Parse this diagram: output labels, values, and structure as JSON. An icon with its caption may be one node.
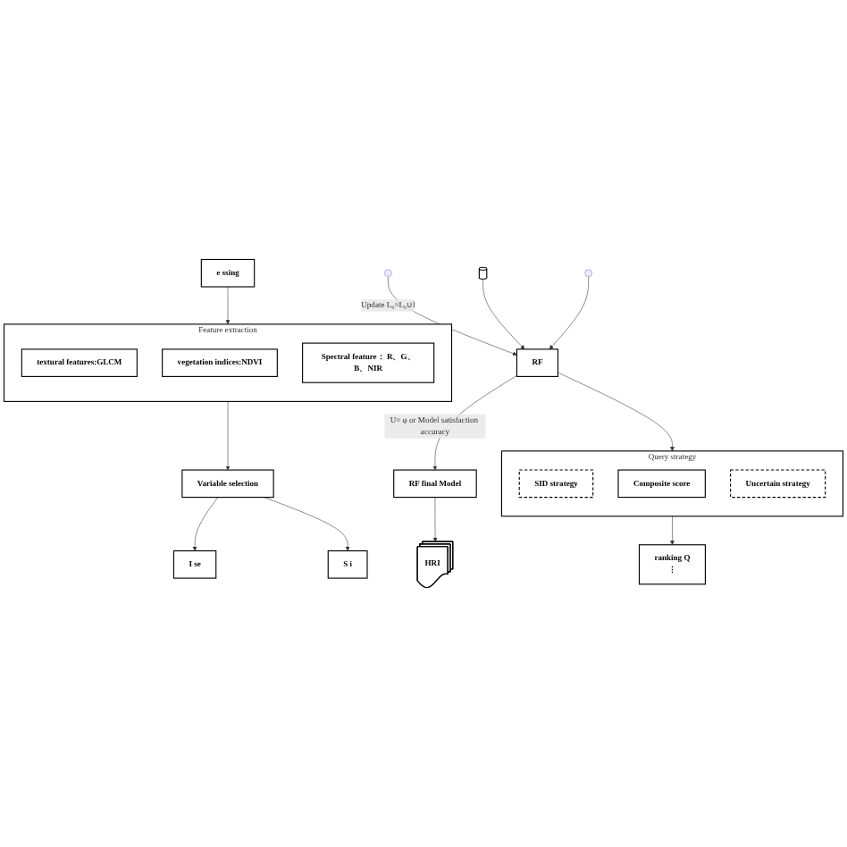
{
  "diagram": {
    "nodes": [
      {
        "text": [
          "e ssing"
        ]
      },
      {
        "text": [
          "Feature extraction"
        ]
      },
      {
        "text": [
          "textural features:GLCM"
        ],
        "in": 1
      },
      {
        "text": [
          "vegetation indices:NDVI"
        ],
        "in": 1
      },
      {
        "text": [
          "Spectral feature： R、G、B、NIR"
        ],
        "in": 1
      },
      {
        "text": [
          "Variable selection"
        ]
      },
      {
        "text": [
          "I se"
        ]
      },
      {
        "text": [
          "S i"
        ]
      },
      {
        "text": [
          "ranking Q",
          "⋮"
        ]
      },
      {
        "text": [
          "Query strategy"
        ]
      },
      {
        "text": [
          "SID strategy"
        ],
        "in": 9
      },
      {
        "text": [
          "Composite score"
        ],
        "in": 9
      },
      {
        "text": [
          "Uncertain strategy"
        ],
        "in": 9
      },
      {
        "text": [
          "RF"
        ]
      },
      {
        "text": [],
        "shape": "cylinder"
      },
      {
        "text": [
          "HRI"
        ]
      },
      {
        "text": [
          "RF final Model"
        ]
      }
    ],
    "edges": [
      {
        "from": 0,
        "to": 1,
        "arrow": "to"
      },
      {
        "from": 1,
        "to": 5,
        "arrow": "to"
      },
      {
        "from": 5,
        "to": 6,
        "arrow": "to"
      },
      {
        "from": 5,
        "to": 7,
        "arrow": "to"
      },
      {
        "from": null,
        "to": 13,
        "arrow": "to",
        "label": "Update L₀=L₀∪l"
      },
      {
        "from": 14,
        "to": 13,
        "arrow": "to"
      },
      {
        "from": 13,
        "to": 9,
        "arrow": "to"
      },
      {
        "from": 9,
        "to": 8,
        "arrow": "to"
      },
      {
        "from": 13,
        "to": 16,
        "arrow": "to",
        "label": "U= φ or Model satisfaction accuracy"
      },
      {
        "from": 16,
        "to": 15,
        "arrow": "to"
      },
      {
        "from": null,
        "to": 13,
        "arrow": "to"
      }
    ]
  }
}
